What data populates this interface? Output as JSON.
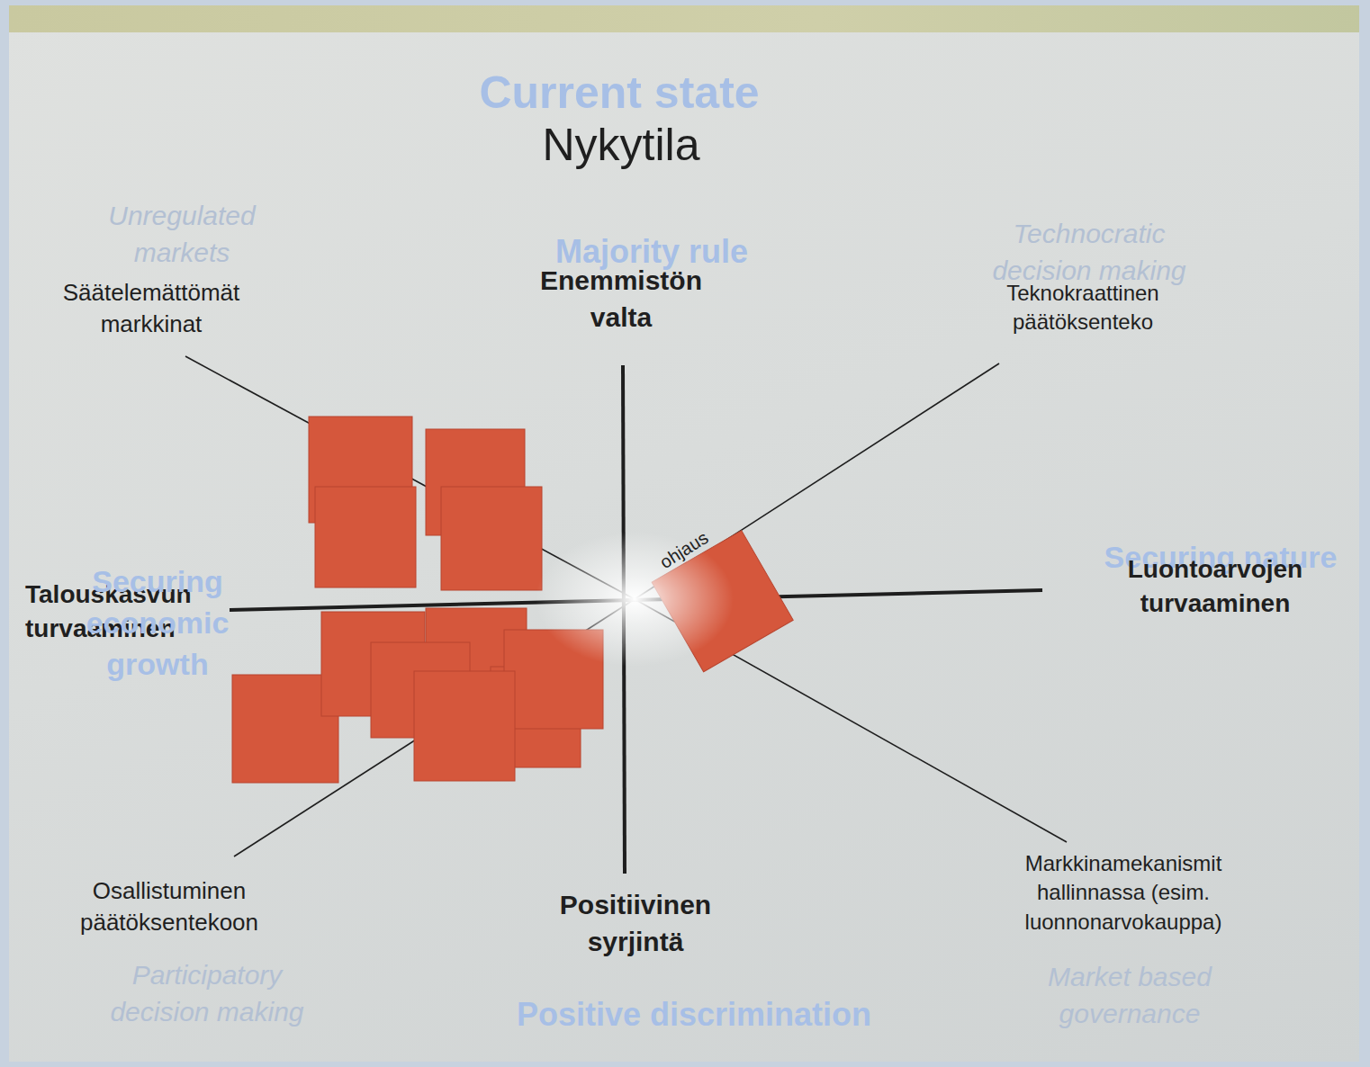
{
  "diagram": {
    "title": "Nykytila",
    "labels": [
      "Current state",
      "Unregulated markets",
      "Säätelemättömät markkinat",
      "Majority rule",
      "Enemmistön valta",
      "Technocratic decision making",
      "Teknokraattinen päätöksenteko",
      "Securing nature",
      "Luontoarvojen turvaaminen",
      "Talouskasvun turvaaminen",
      "Securing economic growth",
      "ohjaus",
      "Osallistuminen päätöksentekoon",
      "Participatory decision making",
      "Positiivinen syrjintä",
      "Positive discrimination",
      "Markkinamekanismit hallinnassa (esim. luonnonarvokauppa)",
      "Market based governance"
    ]
  }
}
